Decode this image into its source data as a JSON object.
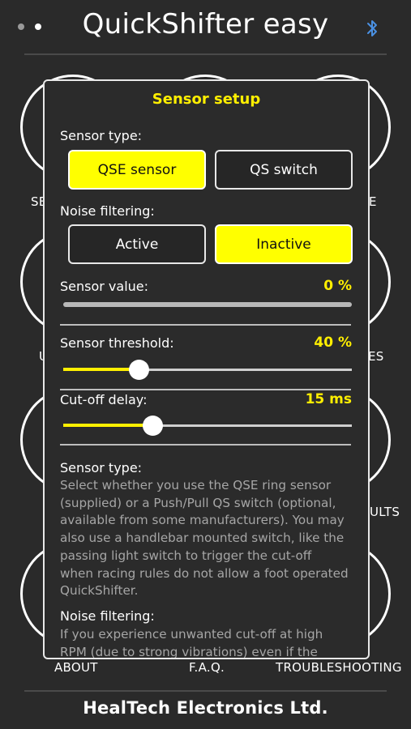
{
  "header": {
    "title": "QuickShifter easy",
    "page_count": 2,
    "active_page": 2,
    "bluetooth_icon": "bluetooth-icon",
    "bluetooth_color": "#4a90e2"
  },
  "background": {
    "labels": {
      "left_top": "SE",
      "right_top": "E",
      "left_mid": "U",
      "right_mid": "ES",
      "right_low": "ULTS"
    },
    "bottom_nav": {
      "about": "ABOUT",
      "faq": "F.A.Q.",
      "troubleshooting": "TROUBLESHOOTING"
    }
  },
  "footer": {
    "company": "HealTech Electronics Ltd."
  },
  "modal": {
    "title": "Sensor setup",
    "sensor_type": {
      "label": "Sensor type:",
      "options": [
        "QSE sensor",
        "QS switch"
      ],
      "selected": "QSE sensor"
    },
    "noise_filtering": {
      "label": "Noise filtering:",
      "options": [
        "Active",
        "Inactive"
      ],
      "selected": "Inactive"
    },
    "sensor_value": {
      "label": "Sensor value:",
      "value_text": "0 %",
      "percent": 0
    },
    "sensor_threshold": {
      "label": "Sensor threshold:",
      "value_text": "40 %",
      "fraction": 0.26
    },
    "cutoff_delay": {
      "label": "Cut-off delay:",
      "value_text": "15 ms",
      "fraction": 0.31
    },
    "help": {
      "sensor_type_heading": "Sensor type:",
      "sensor_type_lines": [
        "Select whether you use the QSE ring sensor",
        "(supplied) or a Push/Pull QS switch (optional,",
        "available from some manufacturers). You may",
        "also use a handlebar mounted switch, like the",
        "passing light switch to trigger the cut-off",
        "when racing rules do not allow a foot operated",
        "QuickShifter."
      ],
      "noise_heading": "Noise filtering:",
      "noise_lines": [
        "If you experience unwanted cut-off at high",
        "RPM (due to strong vibrations) even if the"
      ]
    },
    "accent_color": "#ffef00"
  }
}
